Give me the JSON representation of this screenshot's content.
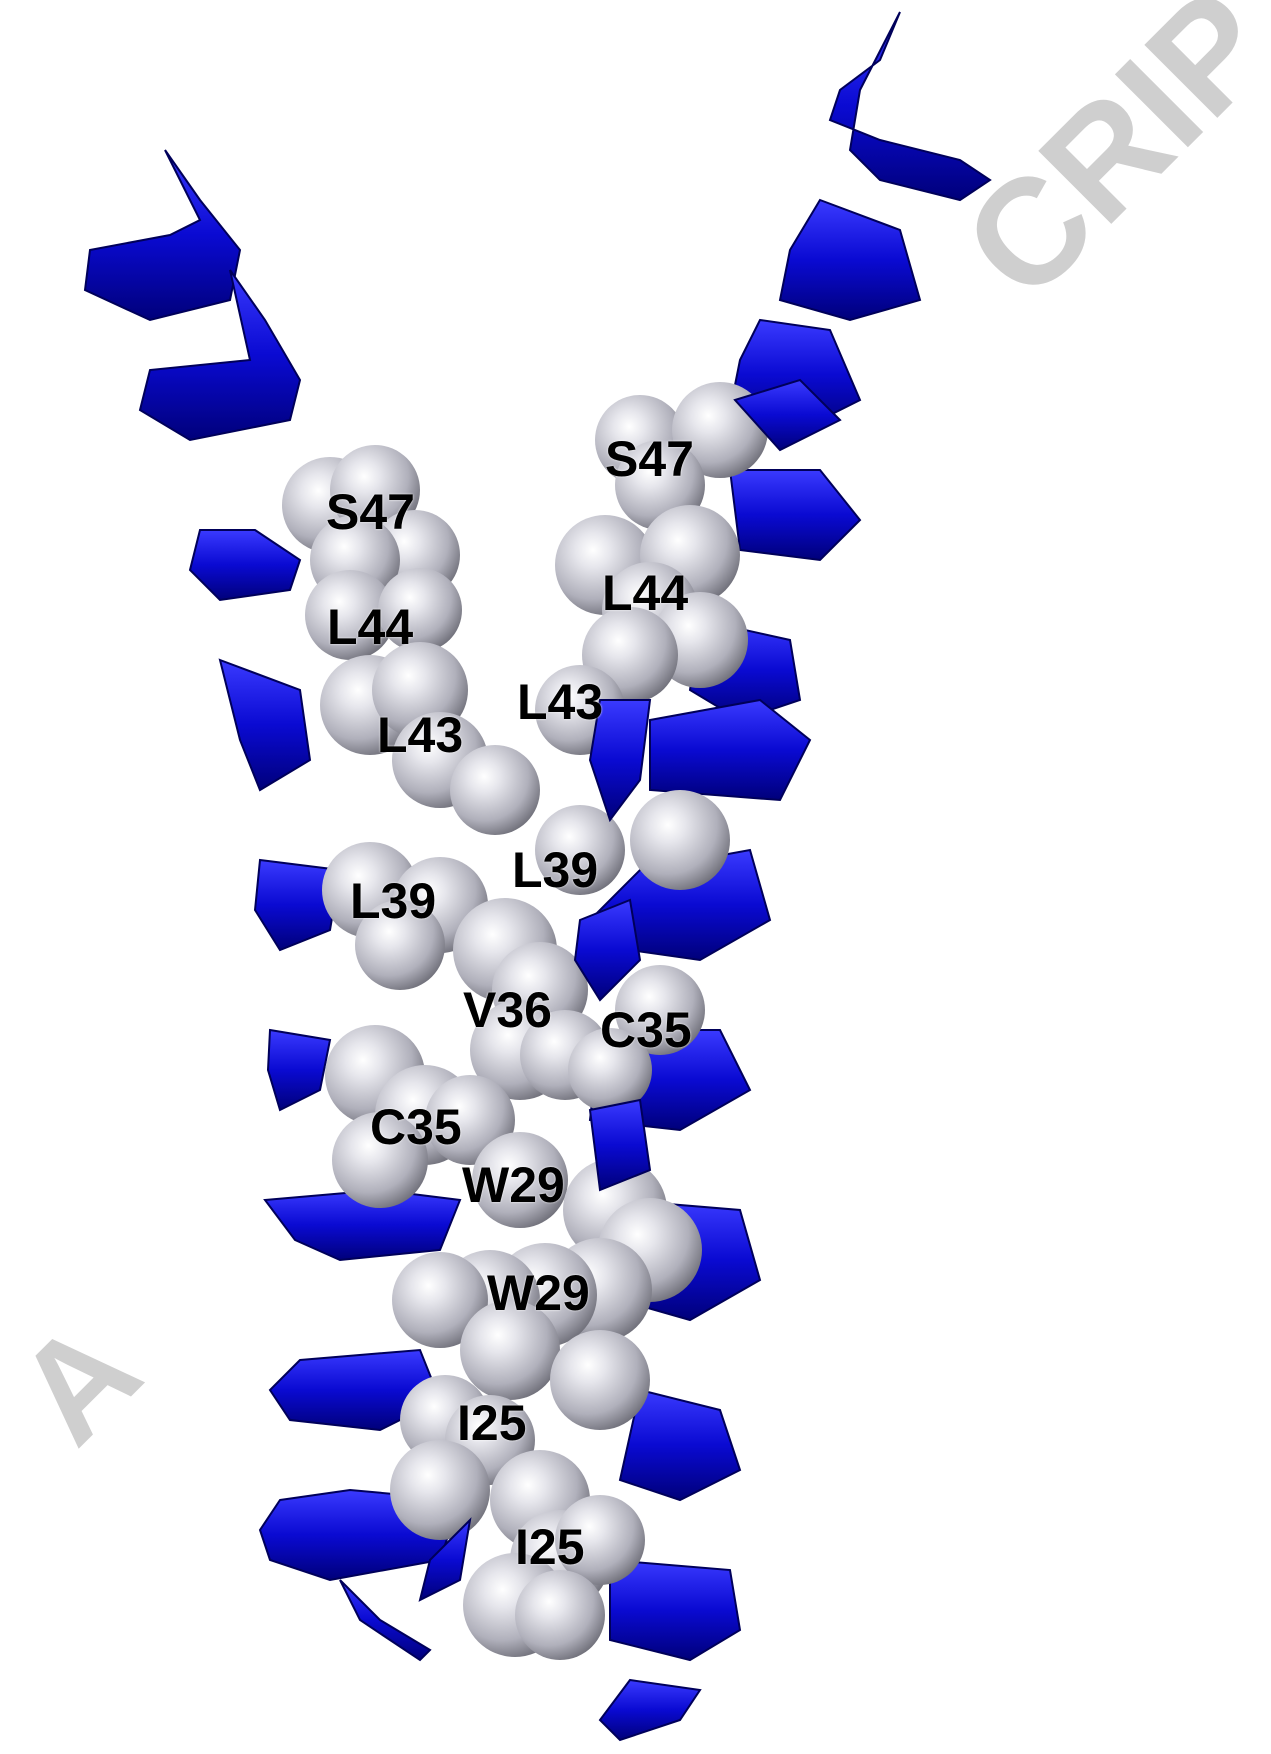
{
  "watermark": {
    "text": "ACCEPTED MANUSCRIPT",
    "visible_right": "CRIPT",
    "visible_left": "A",
    "color": "#cfcfcf"
  },
  "colors": {
    "helix": "#0a0ad2",
    "helix_dark": "#00007a",
    "helix_light": "#4a4aff",
    "sphere": "#c8c8d0",
    "label": "#000000"
  },
  "residue_labels": {
    "left_helix": [
      "S47",
      "L44",
      "L43",
      "L39",
      "C35",
      "W29",
      "I25"
    ],
    "right_helix": [
      "S47",
      "L44",
      "L43",
      "L39",
      "V36",
      "C35",
      "W29",
      "I25"
    ]
  }
}
